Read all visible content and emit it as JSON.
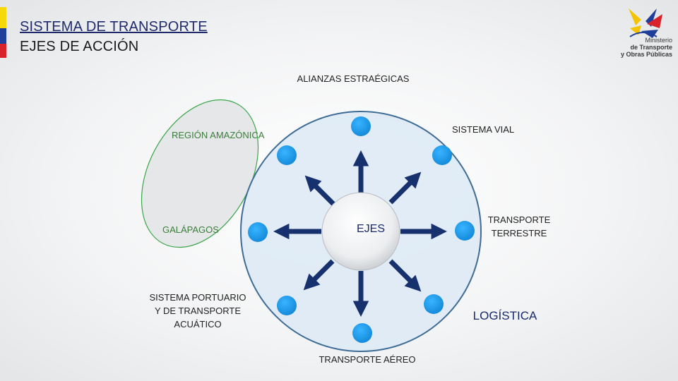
{
  "header": {
    "title": "SISTEMA DE TRANSPORTE",
    "subtitle": "EJES DE ACCIÓN"
  },
  "logo": {
    "line1": "Ministerio",
    "line2": "de Transporte",
    "line3": "y Obras Públicas"
  },
  "diagram": {
    "center": "EJES",
    "labels": {
      "top": "ALIANZAS ESTRAÉGICAS",
      "region": "REGIÓN AMAZÓNICA",
      "galapagos": "GALÁPAGOS",
      "vial": "SISTEMA VIAL",
      "terrestre_1": "TRANSPORTE",
      "terrestre_2": "TERRESTRE",
      "portuario_1": "SISTEMA PORTUARIO",
      "portuario_2": "Y DE TRANSPORTE",
      "portuario_3": "ACUÁTICO",
      "logistica": "LOGÍSTICA",
      "aereo": "TRANSPORTE AÉREO"
    }
  },
  "colors": {
    "flag": [
      "#f5d90a",
      "#1f3f9a",
      "#d8232a"
    ],
    "node": "#1e9be8",
    "arrow": "#17306e",
    "ring": "#3f6c95",
    "ellipse": "#3aa64a"
  }
}
